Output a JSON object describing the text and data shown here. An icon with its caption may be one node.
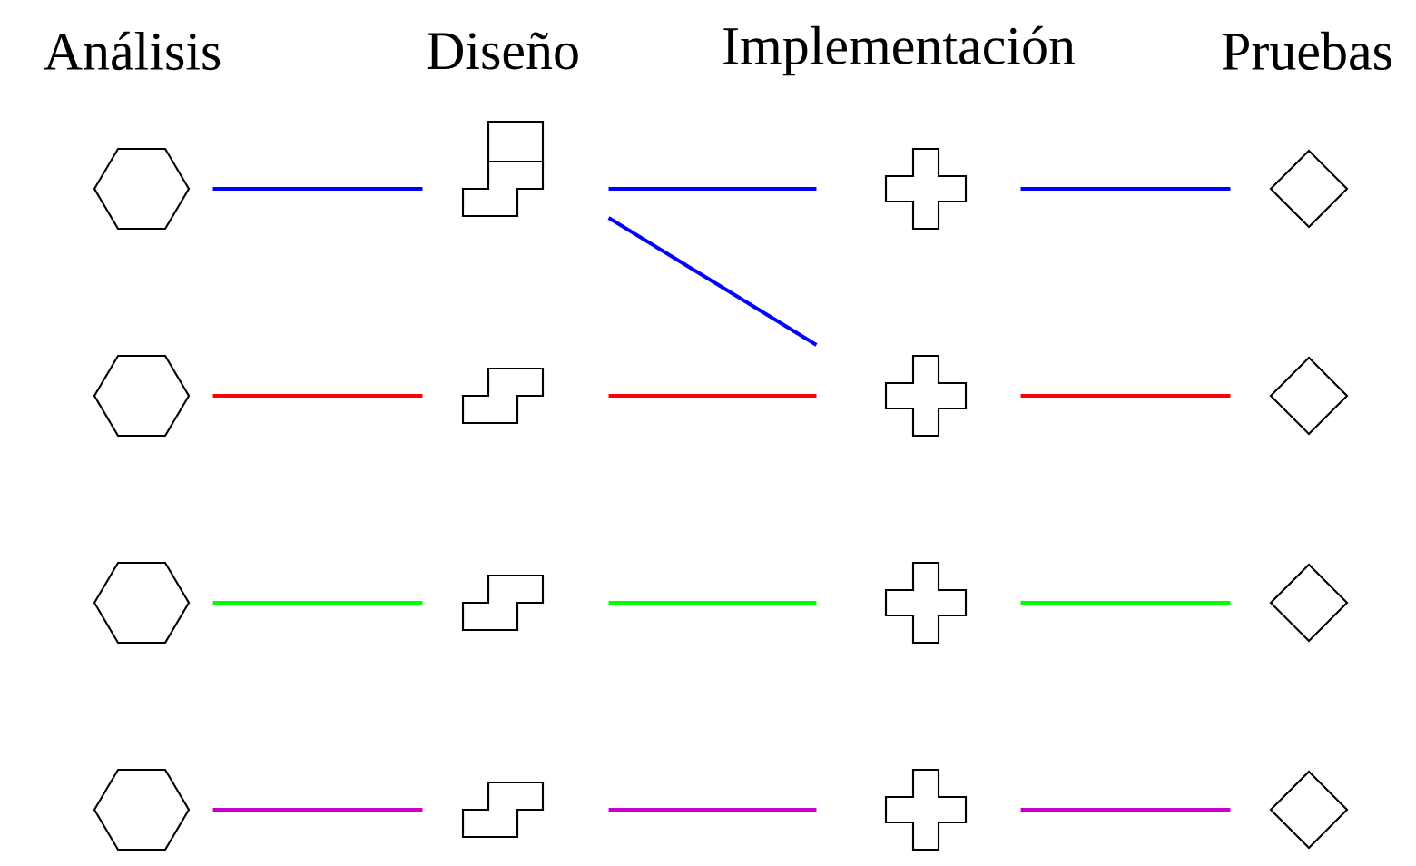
{
  "diagram": {
    "nodes": [
      {
        "text": [],
        "shape": "hexagon"
      },
      {
        "text": [],
        "shape": "stack"
      },
      {
        "text": [],
        "shape": "cross"
      },
      {
        "text": [],
        "shape": "diamond"
      },
      {
        "text": [],
        "shape": "hexagon"
      },
      {
        "text": [],
        "shape": "step"
      },
      {
        "text": [],
        "shape": "cross"
      },
      {
        "text": [],
        "shape": "diamond"
      },
      {
        "text": [],
        "shape": "hexagon"
      },
      {
        "text": [],
        "shape": "step"
      },
      {
        "text": [],
        "shape": "cross"
      },
      {
        "text": [],
        "shape": "diamond"
      },
      {
        "text": [],
        "shape": "hexagon"
      },
      {
        "text": [],
        "shape": "step"
      },
      {
        "text": [],
        "shape": "cross"
      },
      {
        "text": [],
        "shape": "diamond"
      }
    ],
    "edges": [
      {
        "from": 0,
        "to": 1,
        "arrow": "none",
        "color": "#0000ff"
      },
      {
        "from": 1,
        "to": 2,
        "arrow": "none",
        "color": "#0000ff"
      },
      {
        "from": 2,
        "to": 3,
        "arrow": "none",
        "color": "#0000ff"
      },
      {
        "from": 1,
        "to": 6,
        "arrow": "none",
        "color": "#0000ff"
      },
      {
        "from": 4,
        "to": 5,
        "arrow": "none",
        "color": "#ff0000"
      },
      {
        "from": 5,
        "to": 6,
        "arrow": "none",
        "color": "#ff0000"
      },
      {
        "from": 6,
        "to": 7,
        "arrow": "none",
        "color": "#ff0000"
      },
      {
        "from": 8,
        "to": 9,
        "arrow": "none",
        "color": "#00ff00"
      },
      {
        "from": 9,
        "to": 10,
        "arrow": "none",
        "color": "#00ff00"
      },
      {
        "from": 10,
        "to": 11,
        "arrow": "none",
        "color": "#00ff00"
      },
      {
        "from": 12,
        "to": 13,
        "arrow": "none",
        "color": "#cc00cc"
      },
      {
        "from": 13,
        "to": 14,
        "arrow": "none",
        "color": "#cc00cc"
      },
      {
        "from": 14,
        "to": 15,
        "arrow": "none",
        "color": "#cc00cc"
      }
    ],
    "labels": [
      "Análisis",
      "Diseño",
      "Implementación",
      "Pruebas"
    ]
  }
}
